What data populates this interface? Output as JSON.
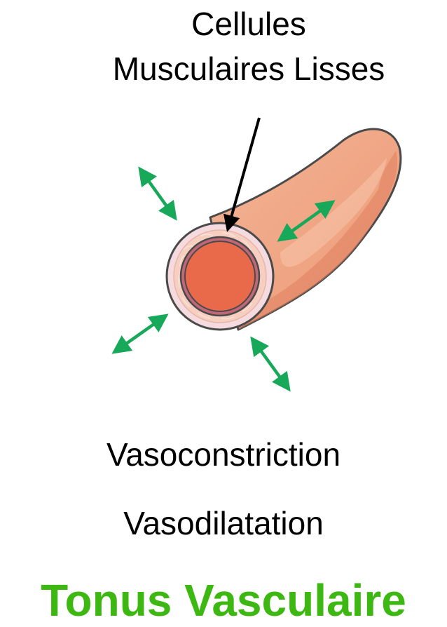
{
  "labels": {
    "smooth_muscle_line1": "Cellules",
    "smooth_muscle_line2": "Musculaires Lisses",
    "vasoconstriction": "Vasoconstriction",
    "vasodilatation": "Vasodilatation",
    "title": "Tonus Vasculaire"
  },
  "colors": {
    "title": "#3db812",
    "arrows": "#17a85a",
    "vessel_body": "#f1aa8a",
    "vessel_outline": "#4a4a4a",
    "muscle_layer": "#f6cfc0",
    "inner_wall": "#c06878",
    "lumen": "#e86a4a",
    "pointer": "#000000"
  },
  "icons": {
    "pointer_arrow": "black-arrow",
    "bidirectional_arrows": "green-double-arrow"
  }
}
